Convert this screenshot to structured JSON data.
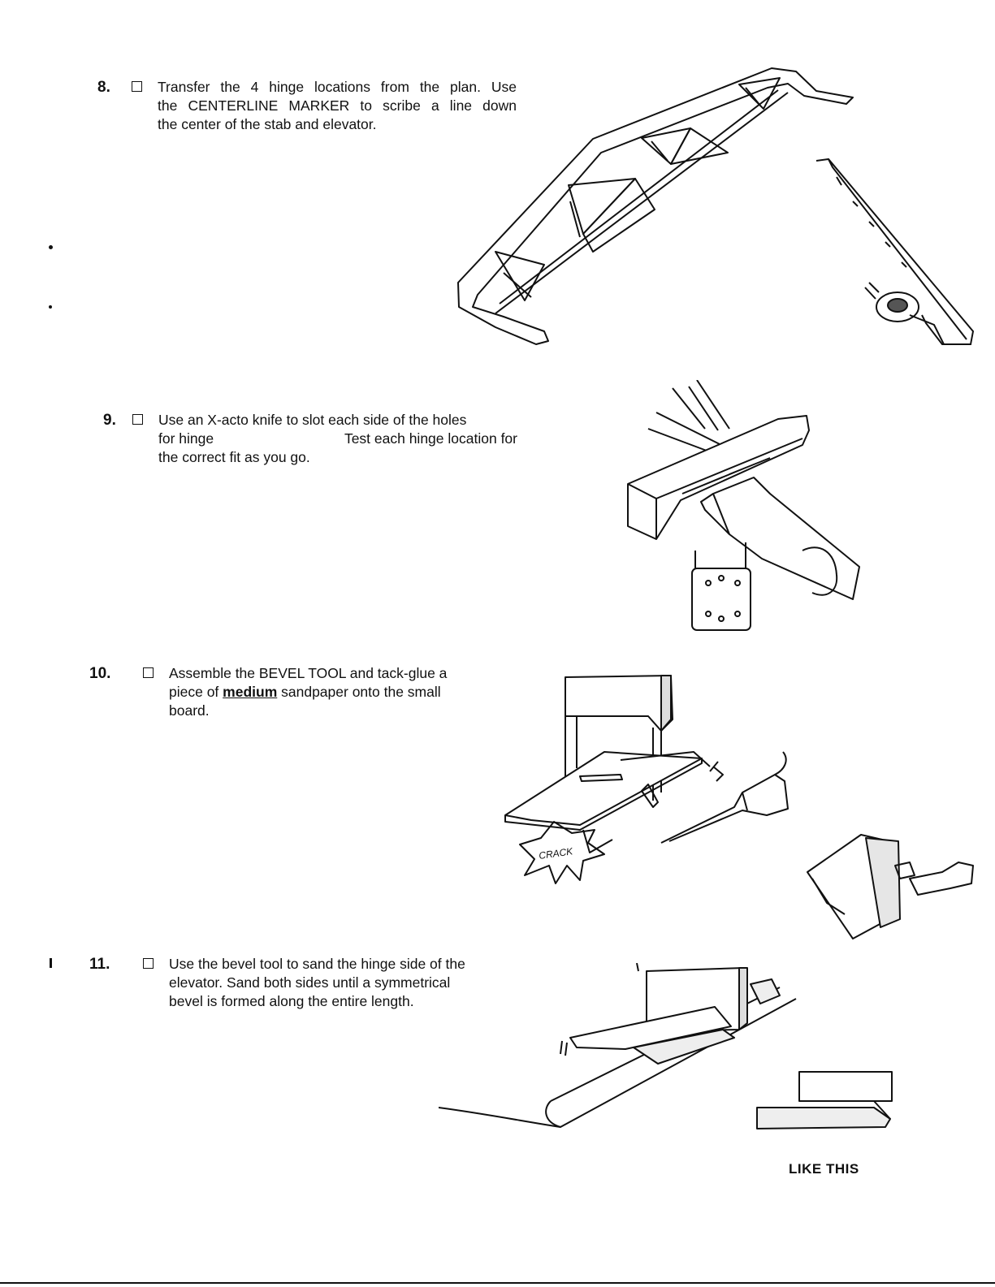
{
  "steps": [
    {
      "number": "8.",
      "lines": [
        "Transfer the 4 hinge locations from the plan.  Use",
        "the CENTERLINE MARKER to scribe a line down",
        "the center of the stab and elevator."
      ]
    },
    {
      "number": "9.",
      "line1": "Use an X-acto knife to slot each side of the holes",
      "line2a": "for hinge",
      "line2b": "Test each hinge location for",
      "line3": "the correct fit as you go."
    },
    {
      "number": "10.",
      "line1": "Assemble the BEVEL TOOL and tack-glue a",
      "line2a": "piece of ",
      "line2b": "medium",
      "line2c": " sandpaper onto the small",
      "line3": "board."
    },
    {
      "number": "11.",
      "lines": [
        "Use the bevel tool to sand the hinge side of the",
        "elevator.  Sand both sides until a symmetrical",
        "bevel is formed along the entire length."
      ]
    }
  ],
  "figure_labels": {
    "crack": "CRACK",
    "like_this": "LIKE THIS"
  }
}
